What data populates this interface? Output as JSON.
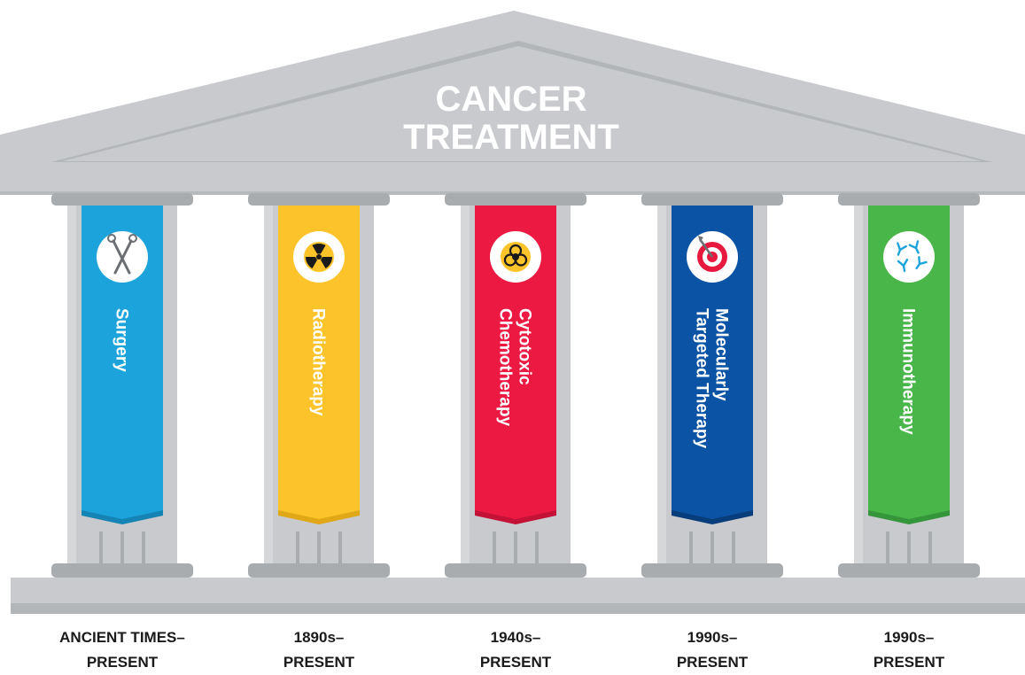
{
  "title": {
    "line1": "CANCER",
    "line2": "TREATMENT"
  },
  "colors": {
    "stone": "#c8cacd",
    "stone_dark": "#a9acaf",
    "stone_light": "#dadcde",
    "text": "#1a1a1a"
  },
  "pillars": [
    {
      "label_line1": "Surgery",
      "label_line2": "",
      "icon": "scissors-forceps-icon",
      "color": "#1ca3dc",
      "color_dark": "#1583b3",
      "era_line1": "ANCIENT TIMES–",
      "era_line2": "PRESENT"
    },
    {
      "label_line1": "Radiotherapy",
      "label_line2": "",
      "icon": "radiation-icon",
      "color": "#fdc32b",
      "color_dark": "#e0a716",
      "era_line1": "1890s–",
      "era_line2": "PRESENT"
    },
    {
      "label_line1": "Cytotoxic",
      "label_line2": "Chemotherapy",
      "icon": "biohazard-icon",
      "color": "#ec1a43",
      "color_dark": "#c41236",
      "era_line1": "1940s–",
      "era_line2": "PRESENT"
    },
    {
      "label_line1": "Molecularly",
      "label_line2": "Targeted Therapy",
      "icon": "target-icon",
      "color": "#0a53a5",
      "color_dark": "#073d7b",
      "era_line1": "1990s–",
      "era_line2": "PRESENT"
    },
    {
      "label_line1": "Immunotherapy",
      "label_line2": "",
      "icon": "antibody-icon",
      "color": "#48b649",
      "color_dark": "#35953a",
      "era_line1": "1990s–",
      "era_line2": "PRESENT"
    }
  ]
}
